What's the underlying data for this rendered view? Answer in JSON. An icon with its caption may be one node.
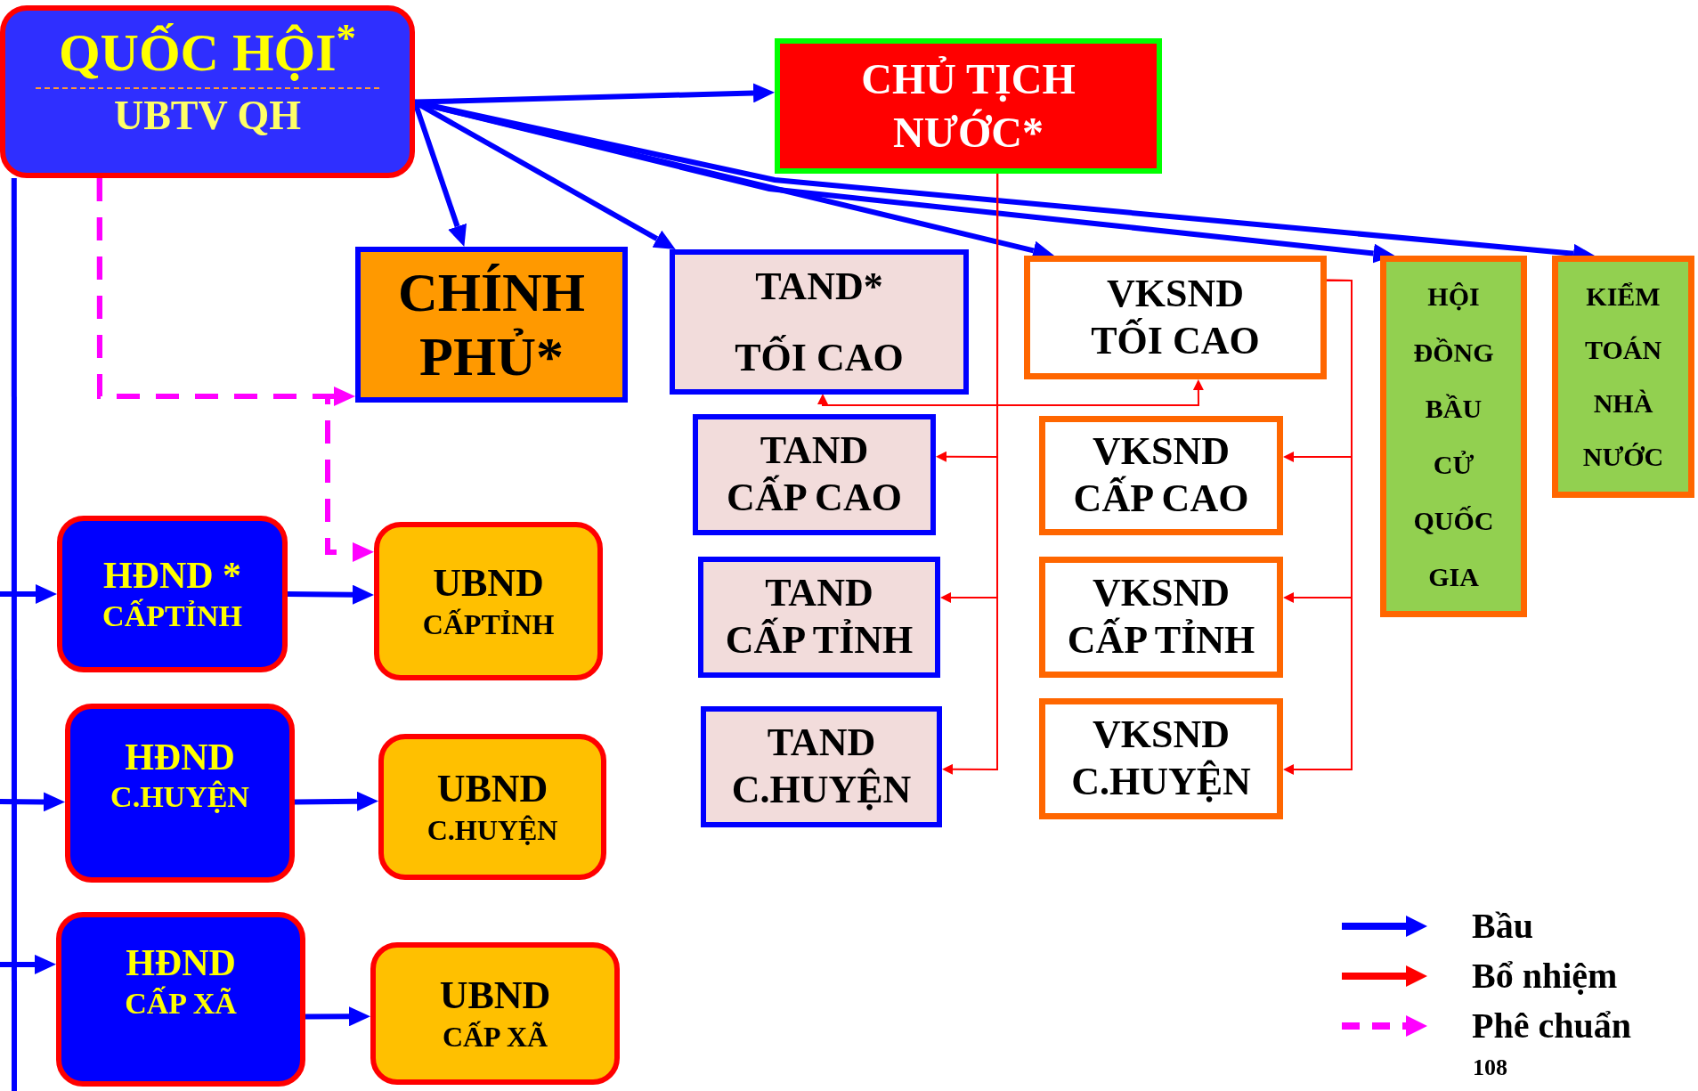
{
  "diagram": {
    "nodes": [
      {
        "text": [
          "QUỐC HỘI$^{*}$",
          "UBTV QH"
        ]
      },
      {
        "text": [
          "CHỦ TỊCH NƯỚC*"
        ]
      },
      {
        "text": [
          "CHÍNH PHỦ*"
        ]
      },
      {
        "text": [
          "TAND* TỐI CAO"
        ]
      },
      {
        "text": [
          "VKSND TỐI CAO"
        ]
      },
      {
        "text": [
          "HỘI ĐỒNG BẦU CỬ QUỐC GIA"
        ]
      },
      {
        "text": [
          "KIỂM TOÁN NHÀ NƯỚC"
        ]
      },
      {
        "text": [
          "TAND CẤP CAO"
        ]
      },
      {
        "text": [
          "VKSND CẤP CAO"
        ]
      },
      {
        "text": [
          "TAND CẤP TỈNH"
        ]
      },
      {
        "text": [
          "VKSND CẤP TỈNH"
        ]
      },
      {
        "text": [
          "TAND C.HUYỆN"
        ]
      },
      {
        "text": [
          "VKSND C.HUYỆN"
        ]
      },
      {
        "text": [
          "HĐND *",
          "CẤPTỈNH"
        ]
      },
      {
        "text": [
          "UBND",
          "CẤPTỈNH"
        ]
      },
      {
        "text": [
          "HĐND",
          "C.HUYỆN"
        ]
      },
      {
        "text": [
          "UBND",
          "C.HUYỆN"
        ]
      },
      {
        "text": [
          "HĐND",
          "CẤP XÃ"
        ]
      },
      {
        "text": [
          "UBND",
          "CẤP XÃ"
        ]
      }
    ],
    "edges": [
      {
        "from": 0,
        "to": 1,
        "arrow": "to"
      },
      {
        "from": 0,
        "to": 2,
        "arrow": "to"
      },
      {
        "from": 0,
        "to": 3,
        "arrow": "to"
      },
      {
        "from": 0,
        "to": 4,
        "arrow": "to"
      },
      {
        "from": 0,
        "to": 5,
        "arrow": "to"
      },
      {
        "from": 0,
        "to": 6,
        "arrow": "to"
      },
      {
        "from": null,
        "to": 13,
        "arrow": "to"
      },
      {
        "from": null,
        "to": 15,
        "arrow": "to"
      },
      {
        "from": null,
        "to": 17,
        "arrow": "to"
      },
      {
        "from": 0,
        "to": null,
        "arrow": "none"
      },
      {
        "from": 13,
        "to": 14,
        "arrow": "to"
      },
      {
        "from": 15,
        "to": 16,
        "arrow": "to"
      },
      {
        "from": 17,
        "to": 18,
        "arrow": "to"
      },
      {
        "from": 0,
        "to": 2,
        "arrow": "to",
        "style": "dashed",
        "color": "#ff00ff"
      },
      {
        "from": 0,
        "to": 14,
        "arrow": "to",
        "style": "dashed",
        "color": "#ff00ff"
      },
      {
        "from": 1,
        "to": 3,
        "arrow": "to",
        "color": "#ff0000"
      },
      {
        "from": 1,
        "to": 4,
        "arrow": "to",
        "color": "#ff0000"
      },
      {
        "from": 1,
        "to": 7,
        "arrow": "to",
        "color": "#ff0000"
      },
      {
        "from": 1,
        "to": 9,
        "arrow": "to",
        "color": "#ff0000"
      },
      {
        "from": 1,
        "to": 11,
        "arrow": "to",
        "color": "#ff0000"
      },
      {
        "from": 4,
        "to": 8,
        "arrow": "to",
        "color": "#ff0000"
      },
      {
        "from": 4,
        "to": 10,
        "arrow": "to",
        "color": "#ff0000"
      },
      {
        "from": 4,
        "to": 12,
        "arrow": "to",
        "color": "#ff0000"
      }
    ],
    "labels": [
      "108"
    ],
    "legend": [
      {
        "text": "Bầu"
      },
      {
        "text": "Bổ nhiệm"
      },
      {
        "text": "Phê chuẩn"
      }
    ]
  }
}
